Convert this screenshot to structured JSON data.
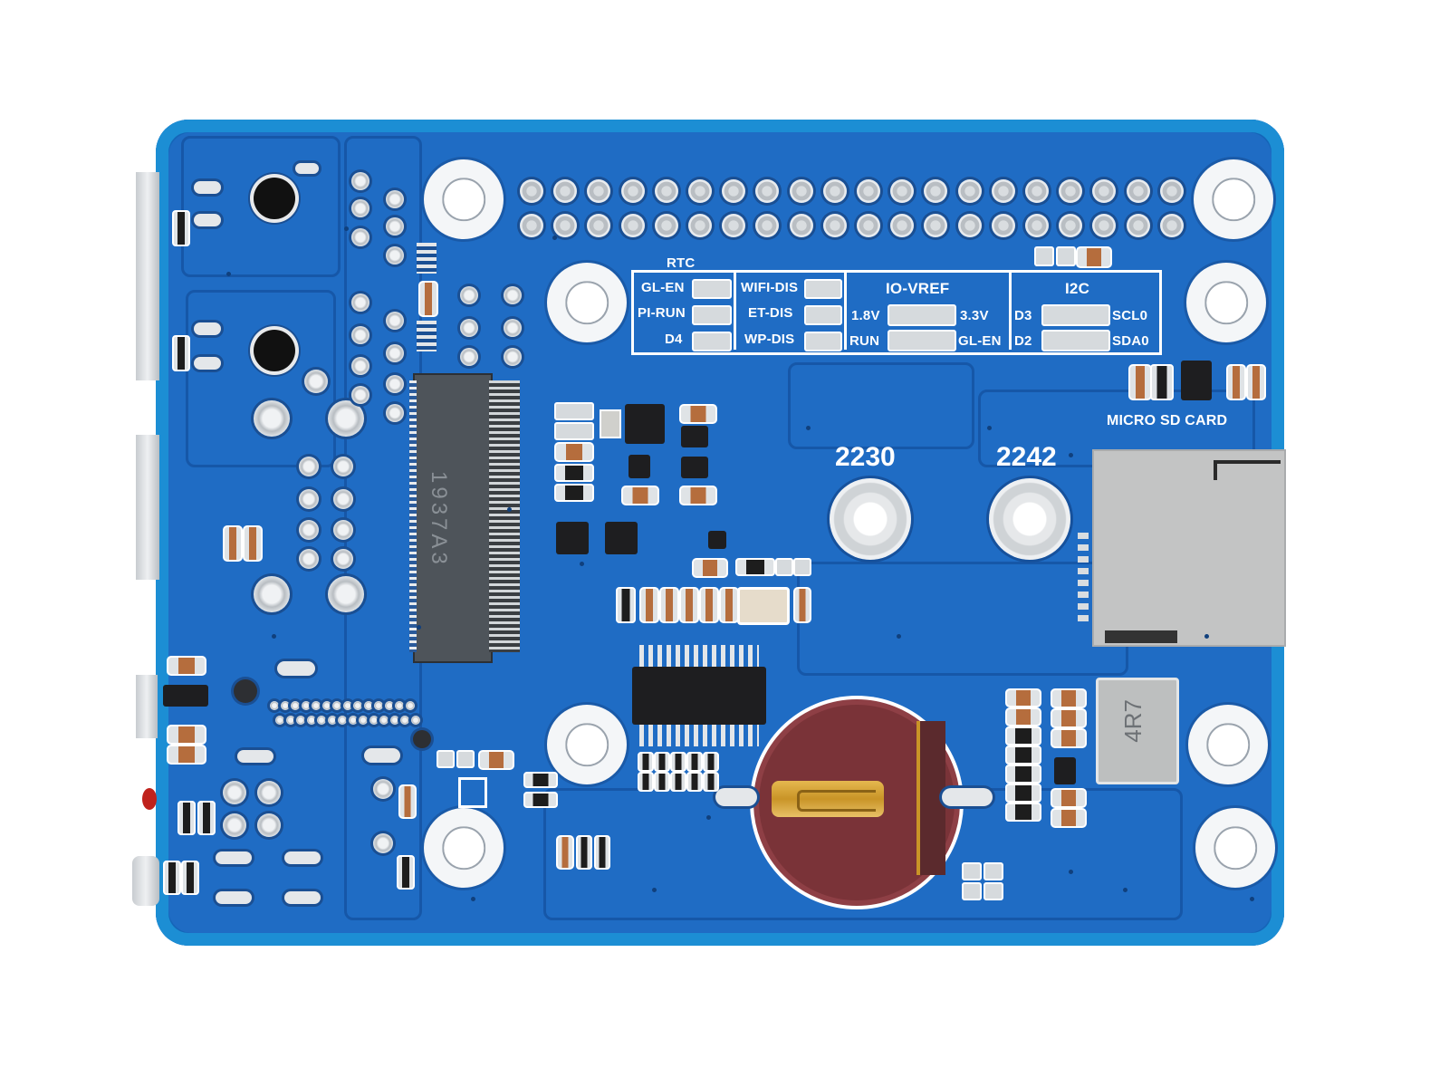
{
  "scene": {
    "subject": "PCB board (bottom view), blue solder mask",
    "board_color": "#1f6cc4",
    "edge_color": "#1c8ed4",
    "silkscreen_color": "#ffffff"
  },
  "labels": {
    "rtc_header": "RTC",
    "rtc_rows": [
      "GL-EN",
      "PI-RUN",
      "D4"
    ],
    "dis_rows": [
      "WIFI-DIS",
      "ET-DIS",
      "WP-DIS"
    ],
    "iovref_header": "IO-VREF",
    "iovref_left": [
      "1.8V",
      "RUN"
    ],
    "iovref_right": [
      "3.3V",
      "GL-EN"
    ],
    "i2c_header": "I2C",
    "i2c_left": [
      "D3",
      "D2"
    ],
    "i2c_right": [
      "SCL0",
      "SDA0"
    ],
    "micro_sd": "MICRO SD CARD",
    "m2_2230": "2230",
    "m2_2242": "2242",
    "m2_connector_mark": "1937A3",
    "inductor_mark": "4R7"
  },
  "components": {
    "gpio_header": {
      "rows": 2,
      "columns": 20
    },
    "m2_connector": "M.2 slot",
    "micro_sd_slot": "MICRO SD CARD",
    "coin_cell_holder": "battery holder",
    "inductor": "4R7",
    "mounting_holes": 8,
    "m2_standoffs": [
      "2230",
      "2242"
    ]
  }
}
